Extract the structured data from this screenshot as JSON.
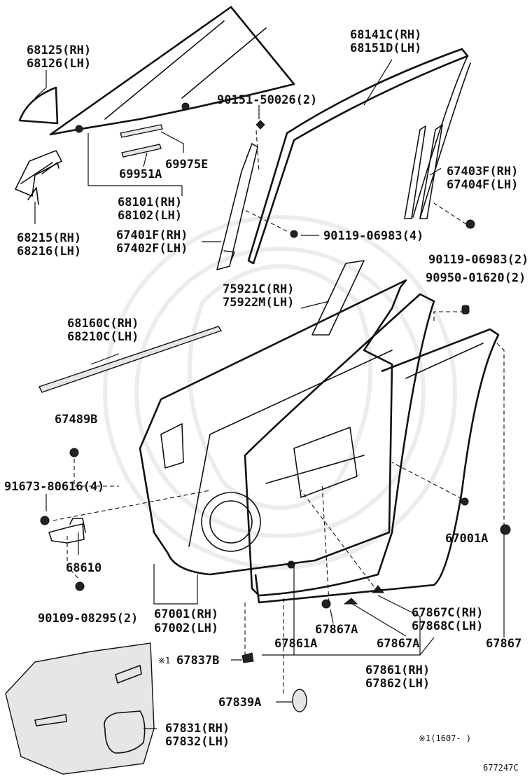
{
  "labels": {
    "p68125": "68125(RH)",
    "p68126": "68126(LH)",
    "p68141c": "68141C(RH)",
    "p68151d": "68151D(LH)",
    "p90151": "90151-50026(2)",
    "p69975e": "69975E",
    "p69951a": "69951A",
    "p68101": "68101(RH)",
    "p68102": "68102(LH)",
    "p67403f": "67403F(RH)",
    "p67404f": "67404F(LH)",
    "p68215": "68215(RH)",
    "p68216": "68216(LH)",
    "p67401f": "67401F(RH)",
    "p67402f": "67402F(LH)",
    "p90119a": "90119-06983(4)",
    "p90119b": "90119-06983(2)",
    "p90950": "90950-01620(2)",
    "p75921c": "75921C(RH)",
    "p75922m": "75922M(LH)",
    "p68160c": "68160C(RH)",
    "p68210c": "68210C(LH)",
    "p67489b": "67489B",
    "p91673": "91673-80616(4)",
    "p68610": "68610",
    "p67001a": "67001A",
    "p90109": "90109-08295(2)",
    "p67001": "67001(RH)",
    "p67002": "67002(LH)",
    "p67867c": "67867C(RH)",
    "p67868c": "67868C(LH)",
    "p67867a_1": "67867A",
    "p67861a": "67861A",
    "p67867a_2": "67867A",
    "p67867": "67867",
    "p67837b": "67837B",
    "note_mark": "※1",
    "p67861": "67861(RH)",
    "p67862": "67862(LH)",
    "p67839a": "67839A",
    "p67831": "67831(RH)",
    "p67832": "67832(LH)",
    "footnote": "※1(1607-    )",
    "diagram_code": "677247C"
  },
  "icons": {
    "watermark": "circular-logo-watermark"
  },
  "colors": {
    "ink": "#111111",
    "paper": "#ffffff",
    "watermark": "#ececec"
  }
}
